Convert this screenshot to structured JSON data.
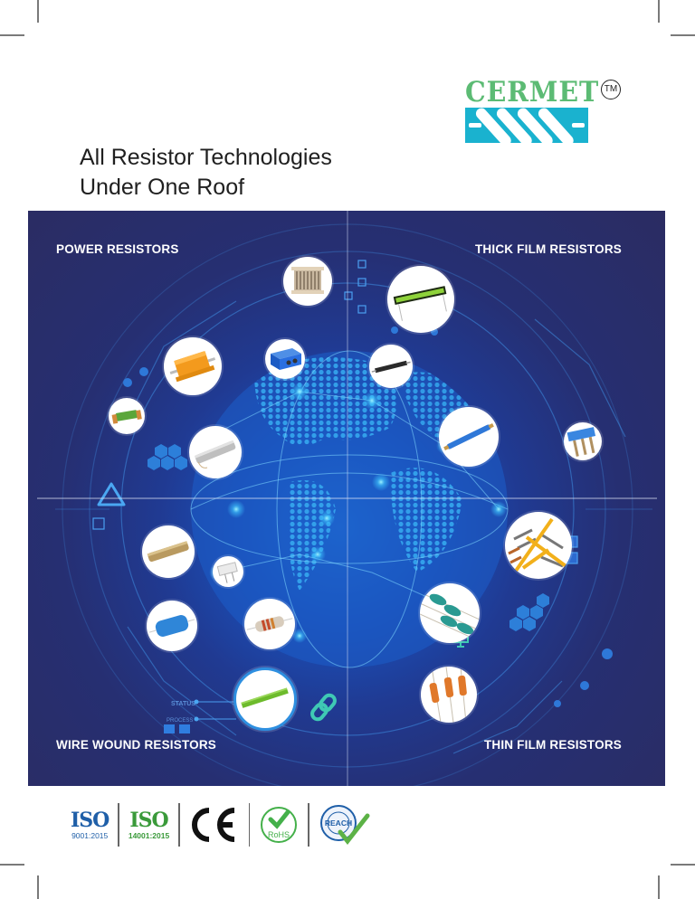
{
  "brand": {
    "name": "CERMET",
    "trademark": "TM",
    "colors": {
      "wordmark": "#5cbb74",
      "bar": "#1ab2cf"
    }
  },
  "headline": {
    "line1": "All Resistor Technologies",
    "line2": "Under One Roof"
  },
  "panel": {
    "background": "#2b2c62",
    "categories": [
      {
        "id": "power",
        "label": "POWER RESISTORS"
      },
      {
        "id": "thick_film",
        "label": "THICK FILM RESISTORS"
      },
      {
        "id": "wire_wound",
        "label": "WIRE WOUND RESISTORS"
      },
      {
        "id": "thin_film",
        "label": "THIN FILM RESISTORS"
      }
    ],
    "hud_labels": {
      "status": "STATUS",
      "process": "PROCESS"
    },
    "products": [
      {
        "name": "resistor-bank"
      },
      {
        "name": "aluminium-clad-resistor"
      },
      {
        "name": "blue-enclosure-resistor"
      },
      {
        "name": "green-ceramic-resistor"
      },
      {
        "name": "silver-tubular-resistor"
      },
      {
        "name": "thick-film-sip-resistor"
      },
      {
        "name": "black-thick-film-resistor"
      },
      {
        "name": "blue-long-thick-film-resistor"
      },
      {
        "name": "blue-network-resistor"
      },
      {
        "name": "gold-wire-wound-resistor"
      },
      {
        "name": "ceramic-cement-resistor"
      },
      {
        "name": "blue-axial-wire-wound-resistor"
      },
      {
        "name": "beige-banded-resistor"
      },
      {
        "name": "green-long-wire-wound-resistor"
      },
      {
        "name": "taped-thin-film-resistors"
      },
      {
        "name": "teal-thin-film-resistors"
      },
      {
        "name": "orange-metal-film-resistors"
      }
    ]
  },
  "certifications": [
    {
      "name": "ISO",
      "standard": "9001:2015",
      "color": "#1f5fa8"
    },
    {
      "name": "ISO",
      "standard": "14001:2015",
      "color": "#3a9a3a"
    },
    {
      "name": "CE",
      "color": "#111111"
    },
    {
      "name": "RoHS",
      "color": "#44b04a"
    },
    {
      "name": "REACH",
      "color": "#1f5fa8"
    }
  ]
}
